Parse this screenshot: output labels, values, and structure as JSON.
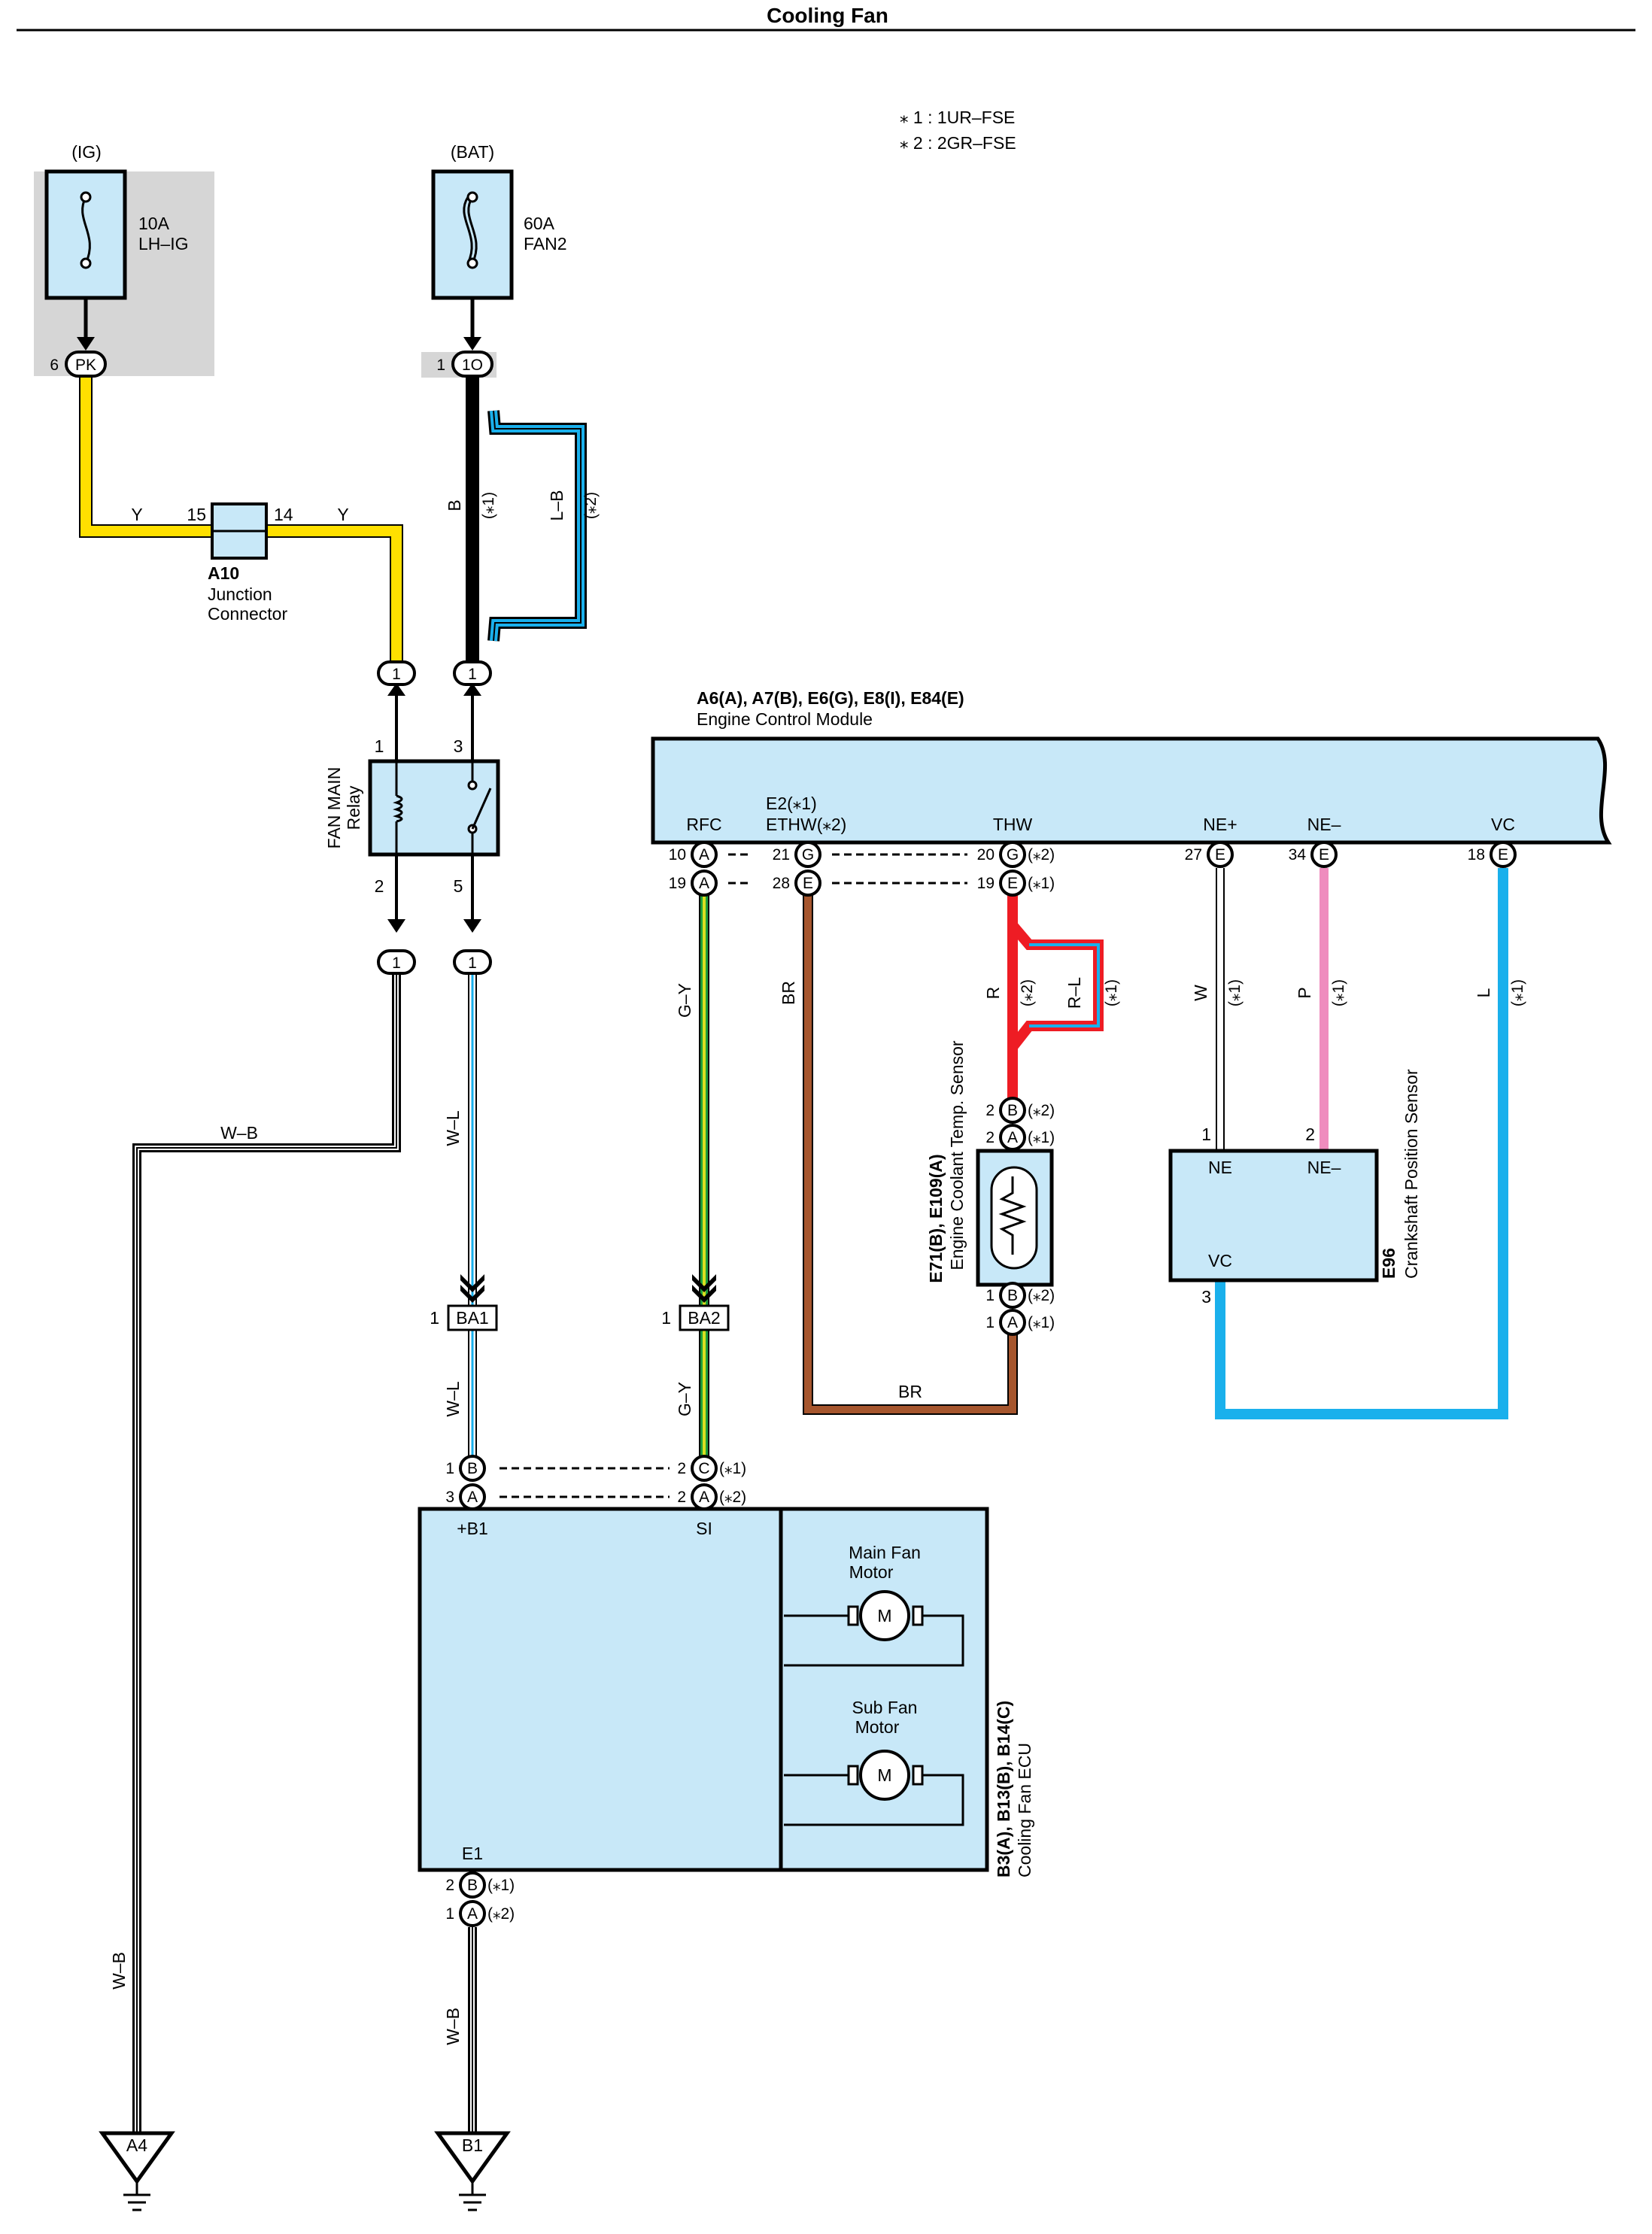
{
  "page_title": "Cooling Fan",
  "notes": [
    "⁎ 1 : 1UR–FSE",
    "⁎ 2 : 2GR–FSE"
  ],
  "power": {
    "ig_label": "(IG)",
    "bat_label": "(BAT)",
    "fuse_lhig_rating": "10A",
    "fuse_lhig_name": "LH–IG",
    "fuse_fan2_rating": "60A",
    "fuse_fan2_name": "FAN2",
    "ig_pin": "6",
    "ig_conn": "PK",
    "bat_pin": "1",
    "bat_conn": "1O"
  },
  "junction": {
    "id": "A10",
    "name1": "Junction",
    "name2": "Connector",
    "pin_in": "15",
    "pin_out": "14"
  },
  "relay": {
    "name1": "FAN MAIN",
    "name2": "Relay",
    "pin1": "1",
    "pin2": "2",
    "pin3": "3",
    "pin5": "5",
    "conn": "1"
  },
  "ecm": {
    "id": "A6(A), A7(B), E6(G), E8(I), E84(E)",
    "name": "Engine Control Module",
    "t_rfc": "RFC",
    "t_e2": "E2(⁎1)",
    "t_ethw": "ETHW(⁎2)",
    "t_thw": "THW",
    "t_nep": "NE+",
    "t_nem": "NE–",
    "t_vc": "VC",
    "p_rfc1": "10",
    "c_rfc1": "A",
    "p_rfc2": "19",
    "c_rfc2": "A",
    "p_e21": "21",
    "c_e21": "G",
    "p_e22": "28",
    "c_e22": "E",
    "p_thw1": "20",
    "c_thw1": "G",
    "v_thw1": "(⁎2)",
    "p_thw2": "19",
    "c_thw2": "E",
    "v_thw2": "(⁎1)",
    "p_nep": "27",
    "c_nep": "E",
    "p_nem": "34",
    "c_nem": "E",
    "p_vc": "18",
    "c_vc": "E"
  },
  "sensor_ect": {
    "id": "E71(B), E109(A)",
    "name": "Engine Coolant Temp. Sensor",
    "p_top1": "2",
    "c_top1": "B",
    "v_top1": "(⁎2)",
    "p_top2": "2",
    "c_top2": "A",
    "v_top2": "(⁎1)",
    "p_bot1": "1",
    "c_bot1": "B",
    "v_bot1": "(⁎2)",
    "p_bot2": "1",
    "c_bot2": "A",
    "v_bot2": "(⁎1)"
  },
  "sensor_crank": {
    "id": "E96",
    "name": "Crankshaft Position Sensor",
    "t_nep": "NE",
    "t_nem": "NE–",
    "t_vc": "VC",
    "p_nep": "1",
    "p_nem": "2",
    "p_vc": "3"
  },
  "ecu_fan": {
    "id": "B3(A), B13(B), B14(C)",
    "name": "Cooling Fan ECU",
    "t_b1": "+B1",
    "t_si": "SI",
    "t_e1": "E1",
    "p_b1a": "1",
    "c_b1a": "B",
    "p_b1b": "3",
    "c_b1b": "A",
    "p_sia": "2",
    "c_sia": "C",
    "v_sia": "(⁎1)",
    "p_sib": "2",
    "c_sib": "A",
    "v_sib": "(⁎2)",
    "p_e1a": "2",
    "c_e1a": "B",
    "v_e1a": "(⁎1)",
    "p_e1b": "1",
    "c_e1b": "A",
    "v_e1b": "(⁎2)",
    "main_motor1": "Main Fan",
    "main_motor2": "Motor",
    "sub_motor1": "Sub Fan",
    "sub_motor2": "Motor",
    "motor_symbol": "M"
  },
  "connectors": {
    "ba1": "BA1",
    "ba2": "BA2",
    "ba_pin": "1"
  },
  "grounds": {
    "a4": "A4",
    "b1": "B1"
  },
  "wires": {
    "y": "Y",
    "b": "B",
    "lb": "L–B",
    "v1": "(⁎1)",
    "v2": "(⁎2)",
    "wb": "W–B",
    "wl": "W–L",
    "gy": "G–Y",
    "br": "BR",
    "r": "R",
    "rl": "R–L",
    "w": "W",
    "p": "P",
    "l": "L"
  },
  "colors": {
    "panel_fill": "#c8e8f8",
    "highlight": "#d6d6d6",
    "yellow": "#ffe000",
    "blue": "#1ab0ec",
    "green": "#1e9e3a",
    "lime": "#d8e020",
    "brown": "#a6562e",
    "red": "#ee1c24",
    "pink": "#ef8cbe",
    "gray_wire": "#bdbdbd"
  }
}
